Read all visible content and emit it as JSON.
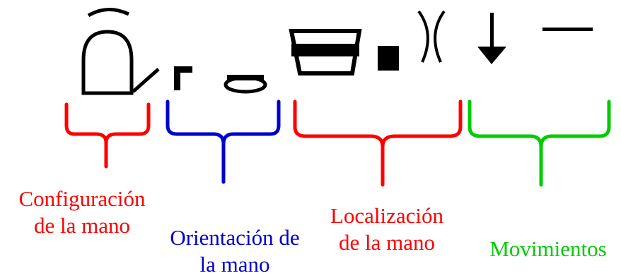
{
  "colors": {
    "config": "#ff0000",
    "orientation": "#0000cc",
    "location": "#ff0000",
    "movement": "#00cc00",
    "glyph": "#000000",
    "background": "#ffffff"
  },
  "groups": [
    {
      "id": "config",
      "label_lines": [
        "Configuración",
        "de la mano"
      ],
      "icons": [
        "bent-hand-shape-icon"
      ]
    },
    {
      "id": "orientation",
      "label_lines": [
        "Orientación de",
        "la mano"
      ],
      "icons": [
        "palm-corner-icon",
        "palm-down-ellipse-icon"
      ]
    },
    {
      "id": "location",
      "label_lines": [
        "Localización",
        "de la mano"
      ],
      "icons": [
        "trunk-location-icon",
        "contact-dot-icon",
        "between-marks-icon"
      ]
    },
    {
      "id": "movement",
      "label_lines": [
        "Movimientos"
      ],
      "icons": [
        "down-arrow-icon",
        "straight-line-icon"
      ]
    }
  ]
}
